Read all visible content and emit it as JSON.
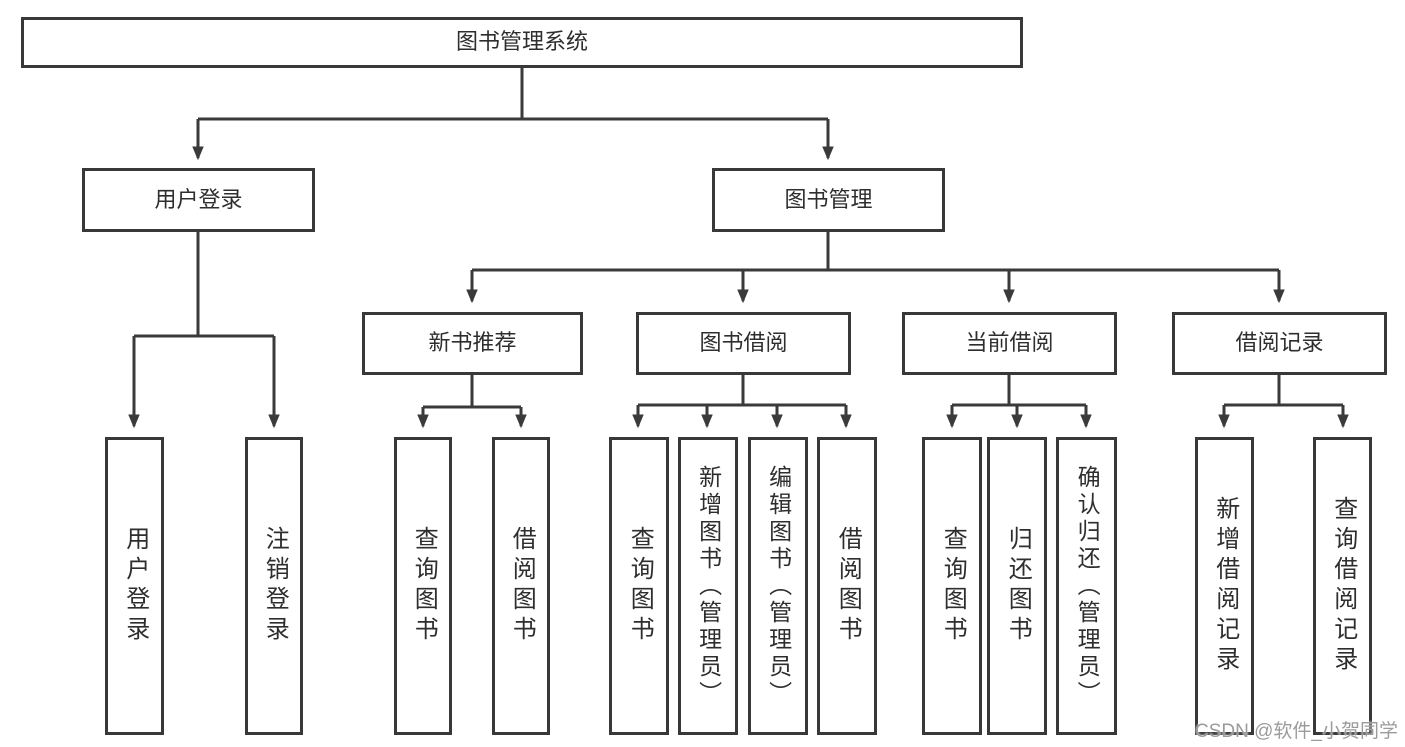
{
  "diagram": {
    "type": "hierarchy-diagram",
    "colors": {
      "line": "#3a3a3a",
      "box_border": "#383838",
      "box_background": "#ffffff",
      "text": "#2e2e2e",
      "watermark_text": "#9b9b9d"
    },
    "tree": {
      "label": "图书管理系统",
      "children": [
        {
          "label": "用户登录",
          "children": [
            {
              "label": "用户登录"
            },
            {
              "label": "注销登录"
            }
          ]
        },
        {
          "label": "图书管理",
          "children": [
            {
              "label": "新书推荐",
              "children": [
                {
                  "label": "查询图书"
                },
                {
                  "label": "借阅图书"
                }
              ]
            },
            {
              "label": "图书借阅",
              "children": [
                {
                  "label": "查询图书"
                },
                {
                  "label": "新增图书（管理员）"
                },
                {
                  "label": "编辑图书（管理员）"
                },
                {
                  "label": "借阅图书"
                }
              ]
            },
            {
              "label": "当前借阅",
              "children": [
                {
                  "label": "查询图书"
                },
                {
                  "label": "归还图书"
                },
                {
                  "label": "确认归还（管理员）"
                }
              ]
            },
            {
              "label": "借阅记录",
              "children": [
                {
                  "label": "新增借阅记录"
                },
                {
                  "label": "查询借阅记录"
                }
              ]
            }
          ]
        }
      ]
    },
    "watermark": "CSDN @软件_小贺同学"
  }
}
